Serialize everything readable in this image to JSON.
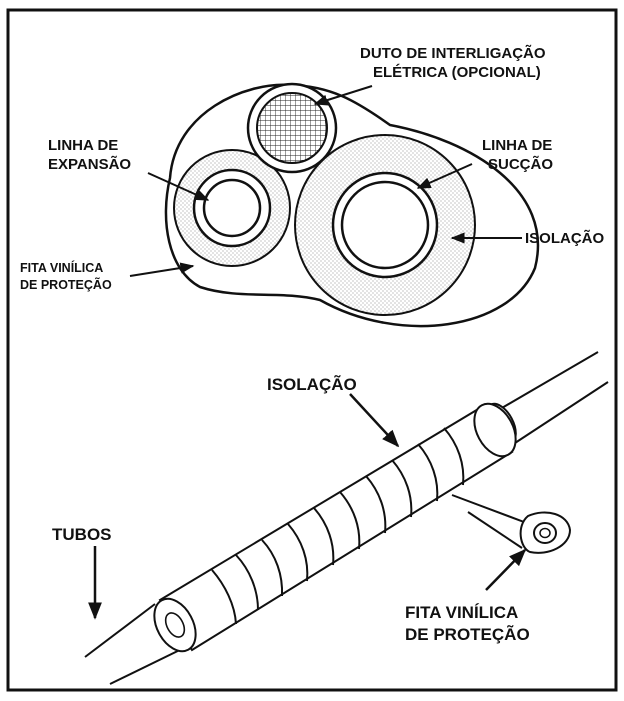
{
  "section_view": {
    "duct_label": {
      "line1": "DUTO DE INTERLIGAÇÃO",
      "line2": "ELÉTRICA (OPCIONAL)"
    },
    "expansion_label": {
      "line1": "LINHA DE",
      "line2": "EXPANSÃO"
    },
    "suction_label": {
      "line1": "LINHA DE",
      "line2": "SUCÇÃO"
    },
    "insulation_label": "ISOLAÇÃO",
    "tape_label": {
      "line1": "FITA VINÍLICA",
      "line2": "DE PROTEÇÃO"
    }
  },
  "perspective_view": {
    "insulation_label": "ISOLAÇÃO",
    "tubes_label": "TUBOS",
    "tape_label": {
      "line1": "FITA VINÍLICA",
      "line2": "DE PROTEÇÃO"
    }
  }
}
